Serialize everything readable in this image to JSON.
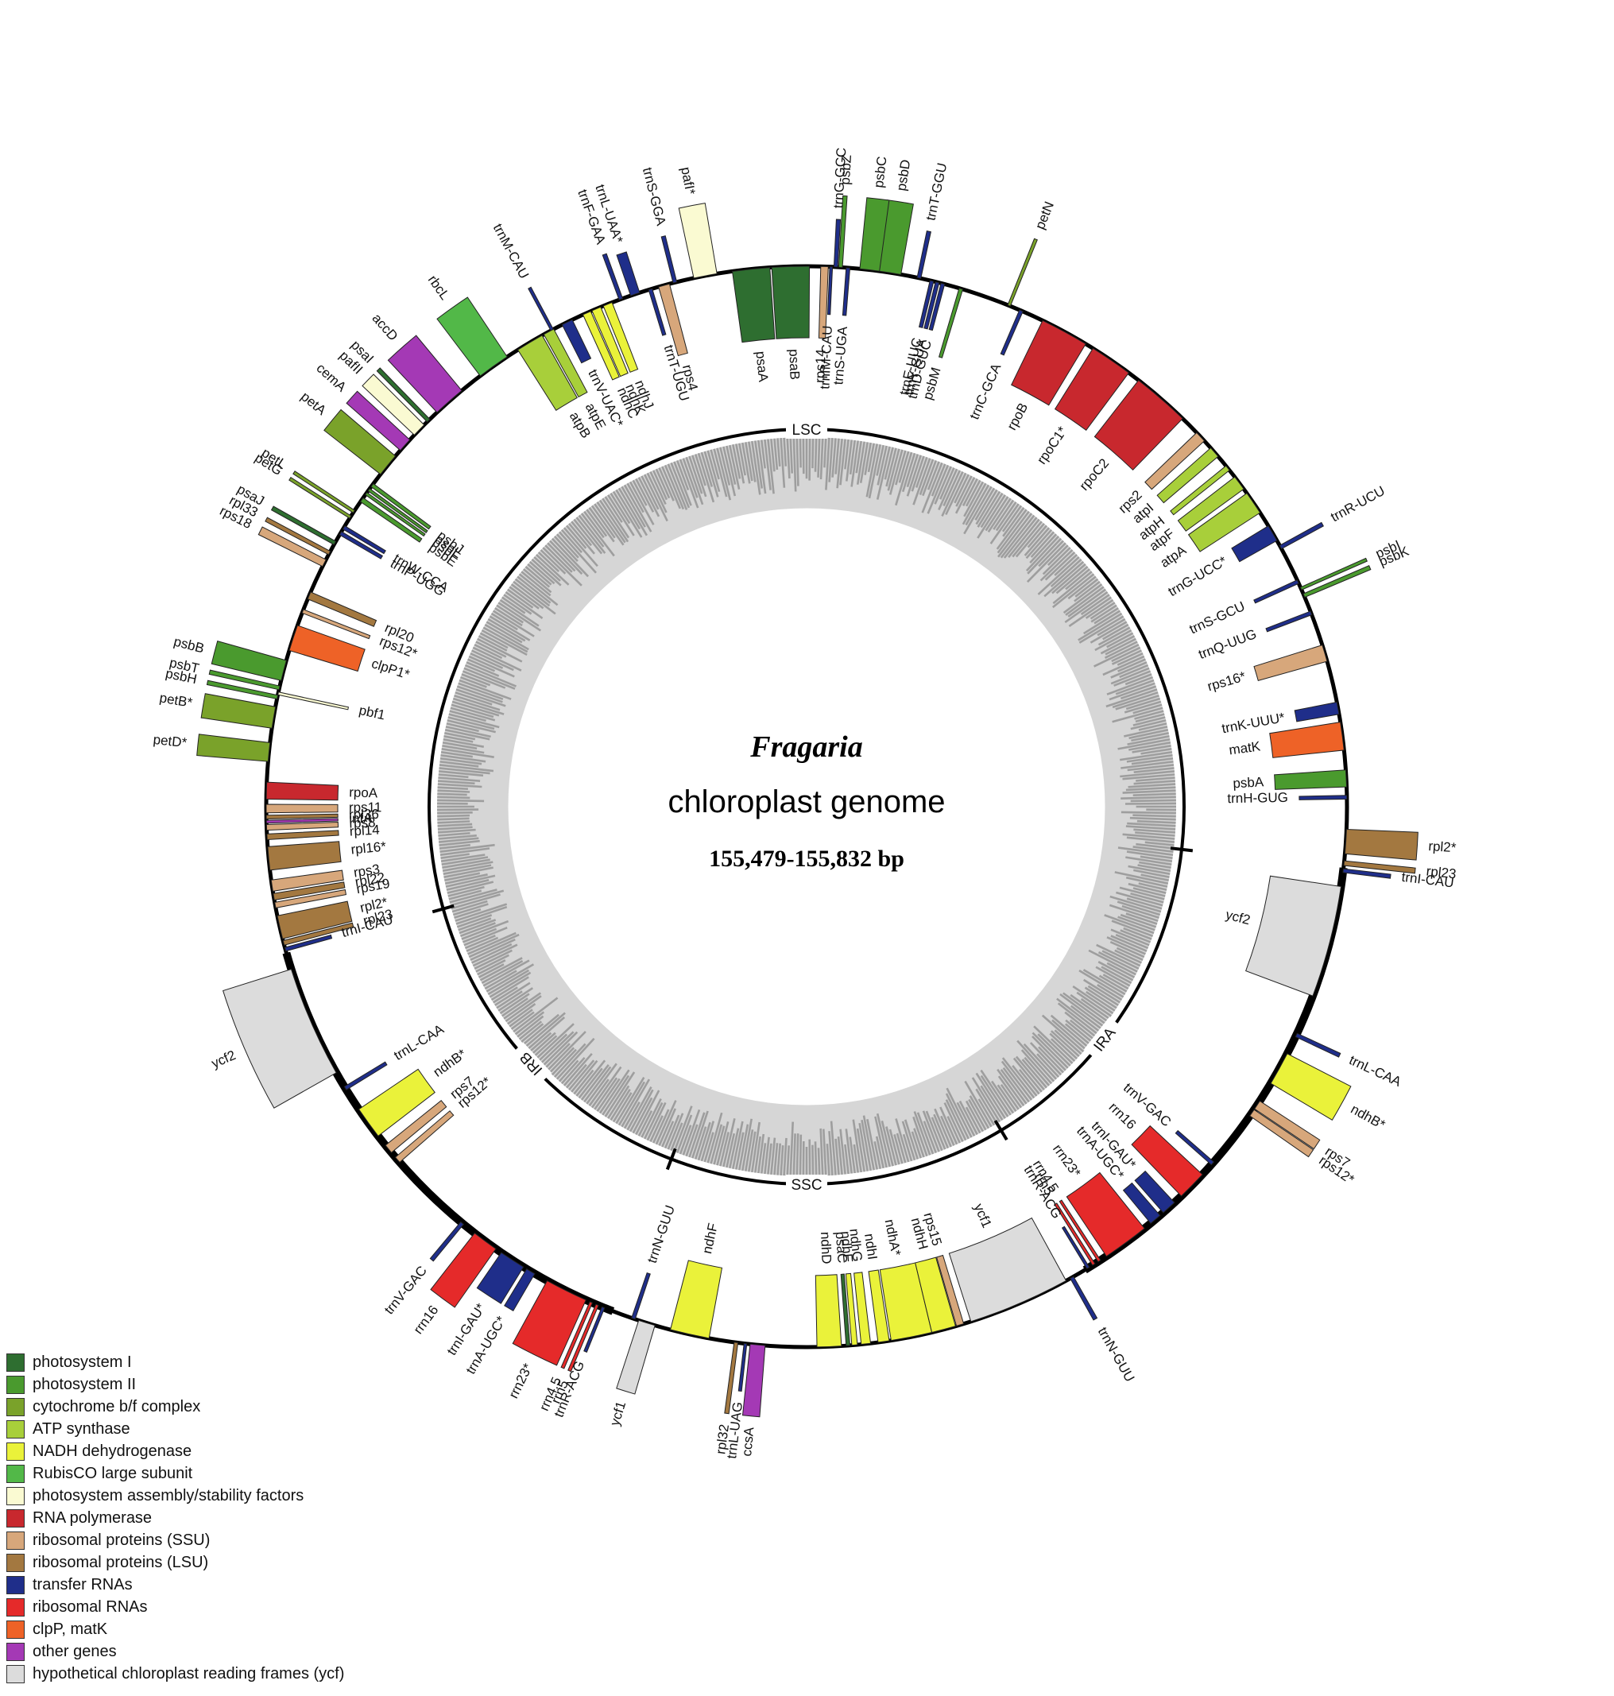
{
  "center": {
    "title_italic": "Fragaria",
    "subtitle": "chloroplast genome",
    "length": "155,479-155,832 bp"
  },
  "regions": [
    "LSC",
    "IRB",
    "SSC",
    "IRA"
  ],
  "colors": {
    "photosystem_I": "#2e6e30",
    "photosystem_II": "#4a9a2e",
    "cytochrome": "#7aa22a",
    "atp": "#a8cf3a",
    "ndh": "#eaf23a",
    "rubisco": "#52b848",
    "assembly": "#fafad2",
    "rna_pol": "#c8282e",
    "ssu": "#d7a77b",
    "lsu": "#a37840",
    "trna": "#1f2e8a",
    "rrna": "#e52a2a",
    "clpp": "#ee6227",
    "other": "#a439b5",
    "ycf": "#dcdcdc"
  },
  "legend": [
    {
      "label": "photosystem I",
      "color": "#2e6e30"
    },
    {
      "label": "photosystem II",
      "color": "#4a9a2e"
    },
    {
      "label": "cytochrome b/f complex",
      "color": "#7aa22a"
    },
    {
      "label": "ATP synthase",
      "color": "#a8cf3a"
    },
    {
      "label": "NADH dehydrogenase",
      "color": "#eaf23a"
    },
    {
      "label": "RubisCO large subunit",
      "color": "#52b848"
    },
    {
      "label": "photosystem assembly/stability factors",
      "color": "#fafad2"
    },
    {
      "label": "RNA polymerase",
      "color": "#c8282e"
    },
    {
      "label": "ribosomal proteins (SSU)",
      "color": "#d7a77b"
    },
    {
      "label": "ribosomal proteins (LSU)",
      "color": "#a37840"
    },
    {
      "label": "transfer RNAs",
      "color": "#1f2e8a"
    },
    {
      "label": "ribosomal RNAs",
      "color": "#e52a2a"
    },
    {
      "label": "clpP, matK",
      "color": "#ee6227"
    },
    {
      "label": "other genes",
      "color": "#a439b5"
    },
    {
      "label": "hypothetical chloroplast reading frames (ycf)",
      "color": "#dcdcdc"
    }
  ],
  "genes": [
    {
      "name": "psbA",
      "cat": "photosystem_II",
      "angle": 87.0,
      "span": 1.8,
      "side": "in"
    },
    {
      "name": "trnH-GUG",
      "cat": "trna",
      "angle": 89.0,
      "span": 0.4,
      "side": "in"
    },
    {
      "name": "matK",
      "cat": "clpp",
      "angle": 82.5,
      "span": 3.0,
      "side": "in"
    },
    {
      "name": "trnK-UUU*",
      "cat": "trna",
      "angle": 79.5,
      "span": 1.3,
      "side": "in"
    },
    {
      "name": "rps16*",
      "cat": "ssu",
      "angle": 73.5,
      "span": 1.8,
      "side": "in"
    },
    {
      "name": "trnQ-UUG",
      "cat": "trna",
      "angle": 69.0,
      "span": 0.4,
      "side": "in"
    },
    {
      "name": "psbK",
      "cat": "photosystem_II",
      "angle": 67.0,
      "span": 0.4,
      "side": "out"
    },
    {
      "name": "psbI",
      "cat": "photosystem_II",
      "angle": 66.2,
      "span": 0.3,
      "side": "out"
    },
    {
      "name": "trnS-GCU",
      "cat": "trna",
      "angle": 65.4,
      "span": 0.4,
      "side": "in"
    },
    {
      "name": "trnR-UCU",
      "cat": "trna",
      "angle": 61.3,
      "span": 0.4,
      "side": "out"
    },
    {
      "name": "trnG-UCC*",
      "cat": "trna",
      "angle": 59.6,
      "span": 1.8,
      "side": "in"
    },
    {
      "name": "atpA",
      "cat": "atp",
      "angle": 55.8,
      "span": 2.5,
      "side": "in"
    },
    {
      "name": "atpF",
      "cat": "atp",
      "angle": 53.2,
      "span": 1.6,
      "side": "in"
    },
    {
      "name": "atpH",
      "cat": "atp",
      "angle": 51.2,
      "span": 0.6,
      "side": "in"
    },
    {
      "name": "atpI",
      "cat": "atp",
      "angle": 49.0,
      "span": 1.2,
      "side": "in"
    },
    {
      "name": "rps2",
      "cat": "ssu",
      "angle": 46.8,
      "span": 1.2,
      "side": "in"
    },
    {
      "name": "rpoC2",
      "cat": "rna_pol",
      "angle": 41.0,
      "span": 6.2,
      "side": "in"
    },
    {
      "name": "rpoC1*",
      "cat": "rna_pol",
      "angle": 34.3,
      "span": 4.6,
      "side": "in"
    },
    {
      "name": "rpoB",
      "cat": "rna_pol",
      "angle": 28.5,
      "span": 5.2,
      "side": "in"
    },
    {
      "name": "trnC-GCA",
      "cat": "trna",
      "angle": 23.4,
      "span": 0.4,
      "side": "in"
    },
    {
      "name": "petN",
      "cat": "cytochrome",
      "angle": 22.0,
      "span": 0.3,
      "side": "out"
    },
    {
      "name": "psbM",
      "cat": "photosystem_II",
      "angle": 16.6,
      "span": 0.4,
      "side": "in"
    },
    {
      "name": "trnD-GUC",
      "cat": "trna",
      "angle": 14.6,
      "span": 0.4,
      "side": "in"
    },
    {
      "name": "trnY-GUA",
      "cat": "trna",
      "angle": 14.0,
      "span": 0.4,
      "side": "in"
    },
    {
      "name": "trnE-UUC",
      "cat": "trna",
      "angle": 13.4,
      "span": 0.4,
      "side": "in"
    },
    {
      "name": "trnT-GGU",
      "cat": "trna",
      "angle": 12.0,
      "span": 0.4,
      "side": "out"
    },
    {
      "name": "psbD",
      "cat": "photosystem_II",
      "angle": 8.8,
      "span": 2.5,
      "side": "out"
    },
    {
      "name": "psbC",
      "cat": "photosystem_II",
      "angle": 6.7,
      "span": 2.1,
      "side": "out"
    },
    {
      "name": "trnS-UGA",
      "cat": "trna",
      "angle": 4.4,
      "span": 0.4,
      "side": "in"
    },
    {
      "name": "psbZ",
      "cat": "photosystem_II",
      "angle": 3.6,
      "span": 0.4,
      "side": "out"
    },
    {
      "name": "trnG-GCC",
      "cat": "trna",
      "angle": 3.1,
      "span": 0.4,
      "side": "out"
    },
    {
      "name": "trnfM-CAU",
      "cat": "trna",
      "angle": 2.6,
      "span": 0.3,
      "side": "in"
    },
    {
      "name": "rps14",
      "cat": "ssu",
      "angle": 1.9,
      "span": 0.8,
      "side": "in"
    },
    {
      "name": "psaB",
      "cat": "photosystem_I",
      "angle": -1.7,
      "span": 4.0,
      "side": "in"
    },
    {
      "name": "psaA",
      "cat": "photosystem_I",
      "angle": -5.9,
      "span": 4.0,
      "side": "in"
    },
    {
      "name": "pafI*",
      "cat": "assembly",
      "angle": -10.8,
      "span": 2.5,
      "side": "out"
    },
    {
      "name": "rps4",
      "cat": "ssu",
      "angle": -15.3,
      "span": 1.2,
      "side": "in"
    },
    {
      "name": "trnT-UGU",
      "cat": "trna",
      "angle": -16.8,
      "span": 0.4,
      "side": "in"
    },
    {
      "name": "trnS-GGA",
      "cat": "trna",
      "angle": -14.1,
      "span": 0.4,
      "side": "out"
    },
    {
      "name": "trnL-UAA*",
      "cat": "trna",
      "angle": -18.5,
      "span": 1.0,
      "side": "out"
    },
    {
      "name": "trnF-GAA",
      "cat": "trna",
      "angle": -20.1,
      "span": 0.4,
      "side": "out"
    },
    {
      "name": "ndhJ",
      "cat": "ndh",
      "angle": -21.6,
      "span": 1.0,
      "side": "in"
    },
    {
      "name": "ndhK",
      "cat": "ndh",
      "angle": -22.9,
      "span": 1.0,
      "side": "in"
    },
    {
      "name": "ndhC",
      "cat": "ndh",
      "angle": -24.0,
      "span": 0.9,
      "side": "in"
    },
    {
      "name": "trnV-UAC*",
      "cat": "trna",
      "angle": -26.3,
      "span": 1.2,
      "side": "in"
    },
    {
      "name": "trnM-CAU",
      "cat": "trna",
      "angle": -28.1,
      "span": 0.3,
      "side": "out"
    },
    {
      "name": "atpE",
      "cat": "atp",
      "angle": -28.5,
      "span": 1.2,
      "side": "in"
    },
    {
      "name": "atpB",
      "cat": "atp",
      "angle": -30.8,
      "span": 3.0,
      "side": "in"
    },
    {
      "name": "rbcL",
      "cat": "rubisco",
      "angle": -35.4,
      "span": 3.5,
      "side": "out"
    },
    {
      "name": "accD",
      "cat": "other",
      "angle": -41.4,
      "span": 3.5,
      "side": "out"
    },
    {
      "name": "psaI",
      "cat": "photosystem_I",
      "angle": -44.4,
      "span": 0.4,
      "side": "out"
    },
    {
      "name": "pafII",
      "cat": "assembly",
      "angle": -45.8,
      "span": 1.5,
      "side": "out"
    },
    {
      "name": "cemA",
      "cat": "other",
      "angle": -48.0,
      "span": 1.5,
      "side": "out"
    },
    {
      "name": "petA",
      "cat": "cytochrome",
      "angle": -50.8,
      "span": 2.5,
      "side": "out"
    },
    {
      "name": "psbJ",
      "cat": "photosystem_II",
      "angle": -53.5,
      "span": 0.4,
      "side": "in"
    },
    {
      "name": "psbL",
      "cat": "photosystem_II",
      "angle": -54.1,
      "span": 0.3,
      "side": "in"
    },
    {
      "name": "psbF",
      "cat": "photosystem_II",
      "angle": -54.6,
      "span": 0.3,
      "side": "in"
    },
    {
      "name": "psbE",
      "cat": "photosystem_II",
      "angle": -55.4,
      "span": 0.5,
      "side": "in"
    },
    {
      "name": "petL",
      "cat": "cytochrome",
      "angle": -56.9,
      "span": 0.3,
      "side": "out"
    },
    {
      "name": "petG",
      "cat": "cytochrome",
      "angle": -57.6,
      "span": 0.3,
      "side": "out"
    },
    {
      "name": "trnW-CCA",
      "cat": "trna",
      "angle": -58.9,
      "span": 0.4,
      "side": "in"
    },
    {
      "name": "trnP-UGG",
      "cat": "trna",
      "angle": -59.6,
      "span": 0.4,
      "side": "in"
    },
    {
      "name": "psaJ",
      "cat": "photosystem_I",
      "angle": -60.8,
      "span": 0.4,
      "side": "out"
    },
    {
      "name": "rpl33",
      "cat": "lsu",
      "angle": -62.0,
      "span": 0.4,
      "side": "out"
    },
    {
      "name": "rps18",
      "cat": "ssu",
      "angle": -63.2,
      "span": 0.8,
      "side": "out"
    },
    {
      "name": "rpl20",
      "cat": "lsu",
      "angle": -67.0,
      "span": 0.8,
      "side": "in"
    },
    {
      "name": "rps12*",
      "cat": "ssu",
      "angle": -68.8,
      "span": 0.4,
      "side": "in"
    },
    {
      "name": "clpP1*",
      "cat": "clpp",
      "angle": -71.8,
      "span": 2.8,
      "side": "in"
    },
    {
      "name": "psbB",
      "cat": "photosystem_II",
      "angle": -75.4,
      "span": 2.2,
      "side": "out"
    },
    {
      "name": "psbT",
      "cat": "photosystem_II",
      "angle": -77.3,
      "span": 0.4,
      "side": "out"
    },
    {
      "name": "pbf1",
      "cat": "assembly",
      "angle": -77.9,
      "span": 0.3,
      "side": "in"
    },
    {
      "name": "psbH",
      "cat": "photosystem_II",
      "angle": -78.3,
      "span": 0.4,
      "side": "out"
    },
    {
      "name": "petB*",
      "cat": "cytochrome",
      "angle": -80.5,
      "span": 2.3,
      "side": "out"
    },
    {
      "name": "petD*",
      "cat": "cytochrome",
      "angle": -84.2,
      "span": 2.0,
      "side": "out"
    },
    {
      "name": "rpoA",
      "cat": "rna_pol",
      "angle": -88.3,
      "span": 1.8,
      "side": "in"
    },
    {
      "name": "rps11",
      "cat": "ssu",
      "angle": -90.2,
      "span": 0.9,
      "side": "in"
    },
    {
      "name": "rpl36",
      "cat": "lsu",
      "angle": -91.1,
      "span": 0.4,
      "side": "in"
    },
    {
      "name": "infA",
      "cat": "other",
      "angle": -91.6,
      "span": 0.3,
      "side": "in"
    },
    {
      "name": "rps8",
      "cat": "ssu",
      "angle": -92.2,
      "span": 0.6,
      "side": "in"
    },
    {
      "name": "rpl14",
      "cat": "lsu",
      "angle": -93.2,
      "span": 0.6,
      "side": "in"
    },
    {
      "name": "rpl16*",
      "cat": "lsu",
      "angle": -95.5,
      "span": 2.5,
      "side": "in"
    },
    {
      "name": "rps3",
      "cat": "ssu",
      "angle": -98.4,
      "span": 1.2,
      "side": "in"
    },
    {
      "name": "rpl22",
      "cat": "lsu",
      "angle": -99.6,
      "span": 0.7,
      "side": "in"
    },
    {
      "name": "rps19",
      "cat": "ssu",
      "angle": -100.5,
      "span": 0.6,
      "side": "in"
    },
    {
      "name": "rpl2*",
      "cat": "lsu",
      "angle": -102.9,
      "span": 2.5,
      "side": "in"
    },
    {
      "name": "rpl23",
      "cat": "lsu",
      "angle": -104.6,
      "span": 0.5,
      "side": "in"
    },
    {
      "name": "trnI-CAU",
      "cat": "trna",
      "angle": -105.3,
      "span": 0.4,
      "side": "in"
    },
    {
      "name": "ycf2",
      "cat": "ycf",
      "angle": -113.5,
      "span": 12.0,
      "side": "out"
    },
    {
      "name": "trnL-CAA",
      "cat": "trna",
      "angle": -121.4,
      "span": 0.4,
      "side": "in"
    },
    {
      "name": "ndhB*",
      "cat": "ndh",
      "angle": -125.8,
      "span": 3.5,
      "side": "in"
    },
    {
      "name": "rps7",
      "cat": "ssu",
      "angle": -129.3,
      "span": 1.0,
      "side": "in"
    },
    {
      "name": "rps12*",
      "cat": "ssu",
      "angle": -130.8,
      "span": 0.7,
      "side": "in"
    },
    {
      "name": "trnV-GAC",
      "cat": "trna",
      "angle": -140.4,
      "span": 0.4,
      "side": "out"
    },
    {
      "name": "rrn16",
      "cat": "rrna",
      "angle": -143.5,
      "span": 2.8,
      "side": "out"
    },
    {
      "name": "trnI-GAU*",
      "cat": "trna",
      "angle": -147.0,
      "span": 2.8,
      "side": "out"
    },
    {
      "name": "trnA-UGC*",
      "cat": "trna",
      "angle": -149.3,
      "span": 1.0,
      "side": "out"
    },
    {
      "name": "rrn23*",
      "cat": "rrna",
      "angle": -153.6,
      "span": 4.6,
      "side": "out"
    },
    {
      "name": "rrn4.5",
      "cat": "rrna",
      "angle": -156.5,
      "span": 0.3,
      "side": "out"
    },
    {
      "name": "rrn5",
      "cat": "rrna",
      "angle": -157.2,
      "span": 0.3,
      "side": "out"
    },
    {
      "name": "trnR-ACG",
      "cat": "trna",
      "angle": -157.9,
      "span": 0.3,
      "side": "out"
    },
    {
      "name": "trnN-GUU",
      "cat": "trna",
      "angle": -161.3,
      "span": 0.4,
      "side": "in"
    },
    {
      "name": "ycf1",
      "cat": "ycf",
      "angle": -162.8,
      "span": 1.8,
      "side": "out"
    },
    {
      "name": "ndhF",
      "cat": "ndh",
      "angle": -167.5,
      "span": 4.2,
      "side": "in"
    },
    {
      "name": "rpl32",
      "cat": "lsu",
      "angle": -172.5,
      "span": 0.4,
      "side": "out"
    },
    {
      "name": "trnL-UAG",
      "cat": "trna",
      "angle": -173.5,
      "span": 0.3,
      "side": "out"
    },
    {
      "name": "ccsA",
      "cat": "other",
      "angle": -174.8,
      "span": 1.6,
      "side": "out"
    },
    {
      "name": "ndhD",
      "cat": "ndh",
      "angle": 177.6,
      "span": 2.6,
      "side": "in"
    },
    {
      "name": "psaC",
      "cat": "photosystem_I",
      "angle": 175.6,
      "span": 0.4,
      "side": "in"
    },
    {
      "name": "ndhE",
      "cat": "ndh",
      "angle": 174.9,
      "span": 0.6,
      "side": "in"
    },
    {
      "name": "ndhG",
      "cat": "ndh",
      "angle": 173.7,
      "span": 1.0,
      "side": "in"
    },
    {
      "name": "ndhI",
      "cat": "ndh",
      "angle": 171.8,
      "span": 1.2,
      "side": "in"
    },
    {
      "name": "ndhA*",
      "cat": "ndh",
      "angle": 168.8,
      "span": 4.4,
      "side": "in"
    },
    {
      "name": "ndhH",
      "cat": "ndh",
      "angle": 165.3,
      "span": 2.6,
      "side": "in"
    },
    {
      "name": "rps15",
      "cat": "ssu",
      "angle": 163.5,
      "span": 0.8,
      "side": "in"
    },
    {
      "name": "ycf1",
      "cat": "ycf",
      "angle": 156.8,
      "span": 11.0,
      "side": "in"
    },
    {
      "name": "trnN-GUU",
      "cat": "trna",
      "angle": 150.6,
      "span": 0.4,
      "side": "out"
    },
    {
      "name": "trnR-ACG",
      "cat": "trna",
      "angle": 148.6,
      "span": 0.3,
      "side": "in"
    },
    {
      "name": "rrn5",
      "cat": "rrna",
      "angle": 147.9,
      "span": 0.3,
      "side": "in"
    },
    {
      "name": "rrn4.5",
      "cat": "rrna",
      "angle": 147.2,
      "span": 0.3,
      "side": "in"
    },
    {
      "name": "rrn23*",
      "cat": "rrna",
      "angle": 143.8,
      "span": 5.0,
      "side": "in"
    },
    {
      "name": "trnA-UGC*",
      "cat": "trna",
      "angle": 139.8,
      "span": 1.3,
      "side": "in"
    },
    {
      "name": "trnI-GAU*",
      "cat": "trna",
      "angle": 137.9,
      "span": 1.6,
      "side": "in"
    },
    {
      "name": "rrn16",
      "cat": "rrna",
      "angle": 134.5,
      "span": 3.2,
      "side": "in"
    },
    {
      "name": "trnV-GAC",
      "cat": "trna",
      "angle": 131.3,
      "span": 0.4,
      "side": "in"
    },
    {
      "name": "rps12*",
      "cat": "ssu",
      "angle": 124.5,
      "span": 0.8,
      "side": "out"
    },
    {
      "name": "rps7",
      "cat": "ssu",
      "angle": 123.5,
      "span": 1.0,
      "side": "out"
    },
    {
      "name": "ndhB*",
      "cat": "ndh",
      "angle": 119.0,
      "span": 3.6,
      "side": "out"
    },
    {
      "name": "trnL-CAA",
      "cat": "trna",
      "angle": 115.0,
      "span": 0.4,
      "side": "out"
    },
    {
      "name": "ycf2",
      "cat": "ycf",
      "angle": 104.5,
      "span": 12.0,
      "side": "in"
    },
    {
      "name": "trnI-CAU",
      "cat": "trna",
      "angle": 96.8,
      "span": 0.4,
      "side": "out"
    },
    {
      "name": "rpl23",
      "cat": "lsu",
      "angle": 96.0,
      "span": 0.5,
      "side": "out"
    },
    {
      "name": "rpl2*",
      "cat": "lsu",
      "angle": 93.7,
      "span": 2.6,
      "side": "out"
    }
  ],
  "inner_gc_ticks": 0
}
